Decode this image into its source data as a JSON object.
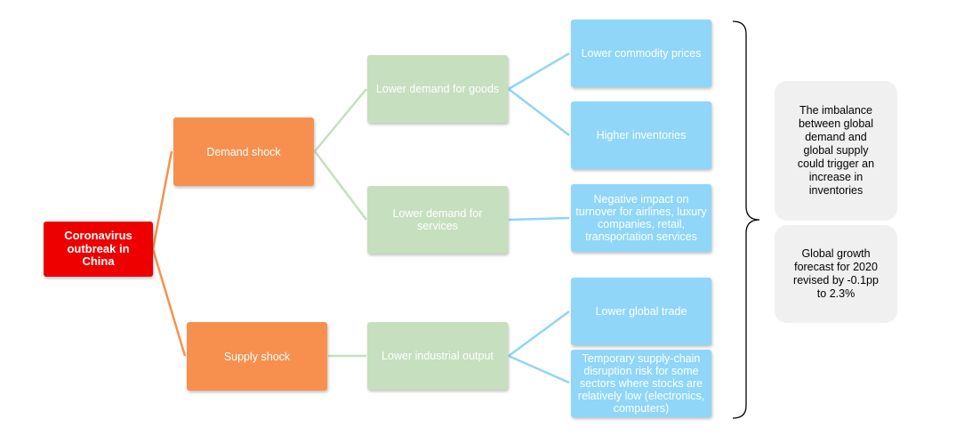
{
  "colors": {
    "root": "#ee0000",
    "shock": "#f7904f",
    "channel": "#c6dfbf",
    "effect": "#8fd6f8",
    "outcome": "#f1f0f0",
    "connector_shock": "#f7904f",
    "connector_channel": "#c6dfbf",
    "connector_effect": "#8fd6f8"
  },
  "nodes": {
    "root": "Coronavirus outbreak in China",
    "demand_shock": "Demand shock",
    "supply_shock": "Supply shock",
    "lower_demand_goods": "Lower demand for goods",
    "lower_demand_services": "Lower demand for services",
    "lower_industrial_output": "Lower industrial output",
    "lower_commodity_prices": "Lower commodity prices",
    "higher_inventories": "Higher inventories",
    "negative_impact": "Negative impact on turnover for airlines, luxury companies, retail, transportation services",
    "lower_global_trade": "Lower global trade",
    "temporary_disruption": "Temporary supply-chain disruption risk for some sectors where stocks are relatively low (electronics, computers)"
  },
  "outcomes": {
    "imbalance": "The imbalance between global demand and global supply could trigger an increase in inventories",
    "growth": "Global growth forecast for 2020 revised by -0.1pp to 2.3%"
  }
}
